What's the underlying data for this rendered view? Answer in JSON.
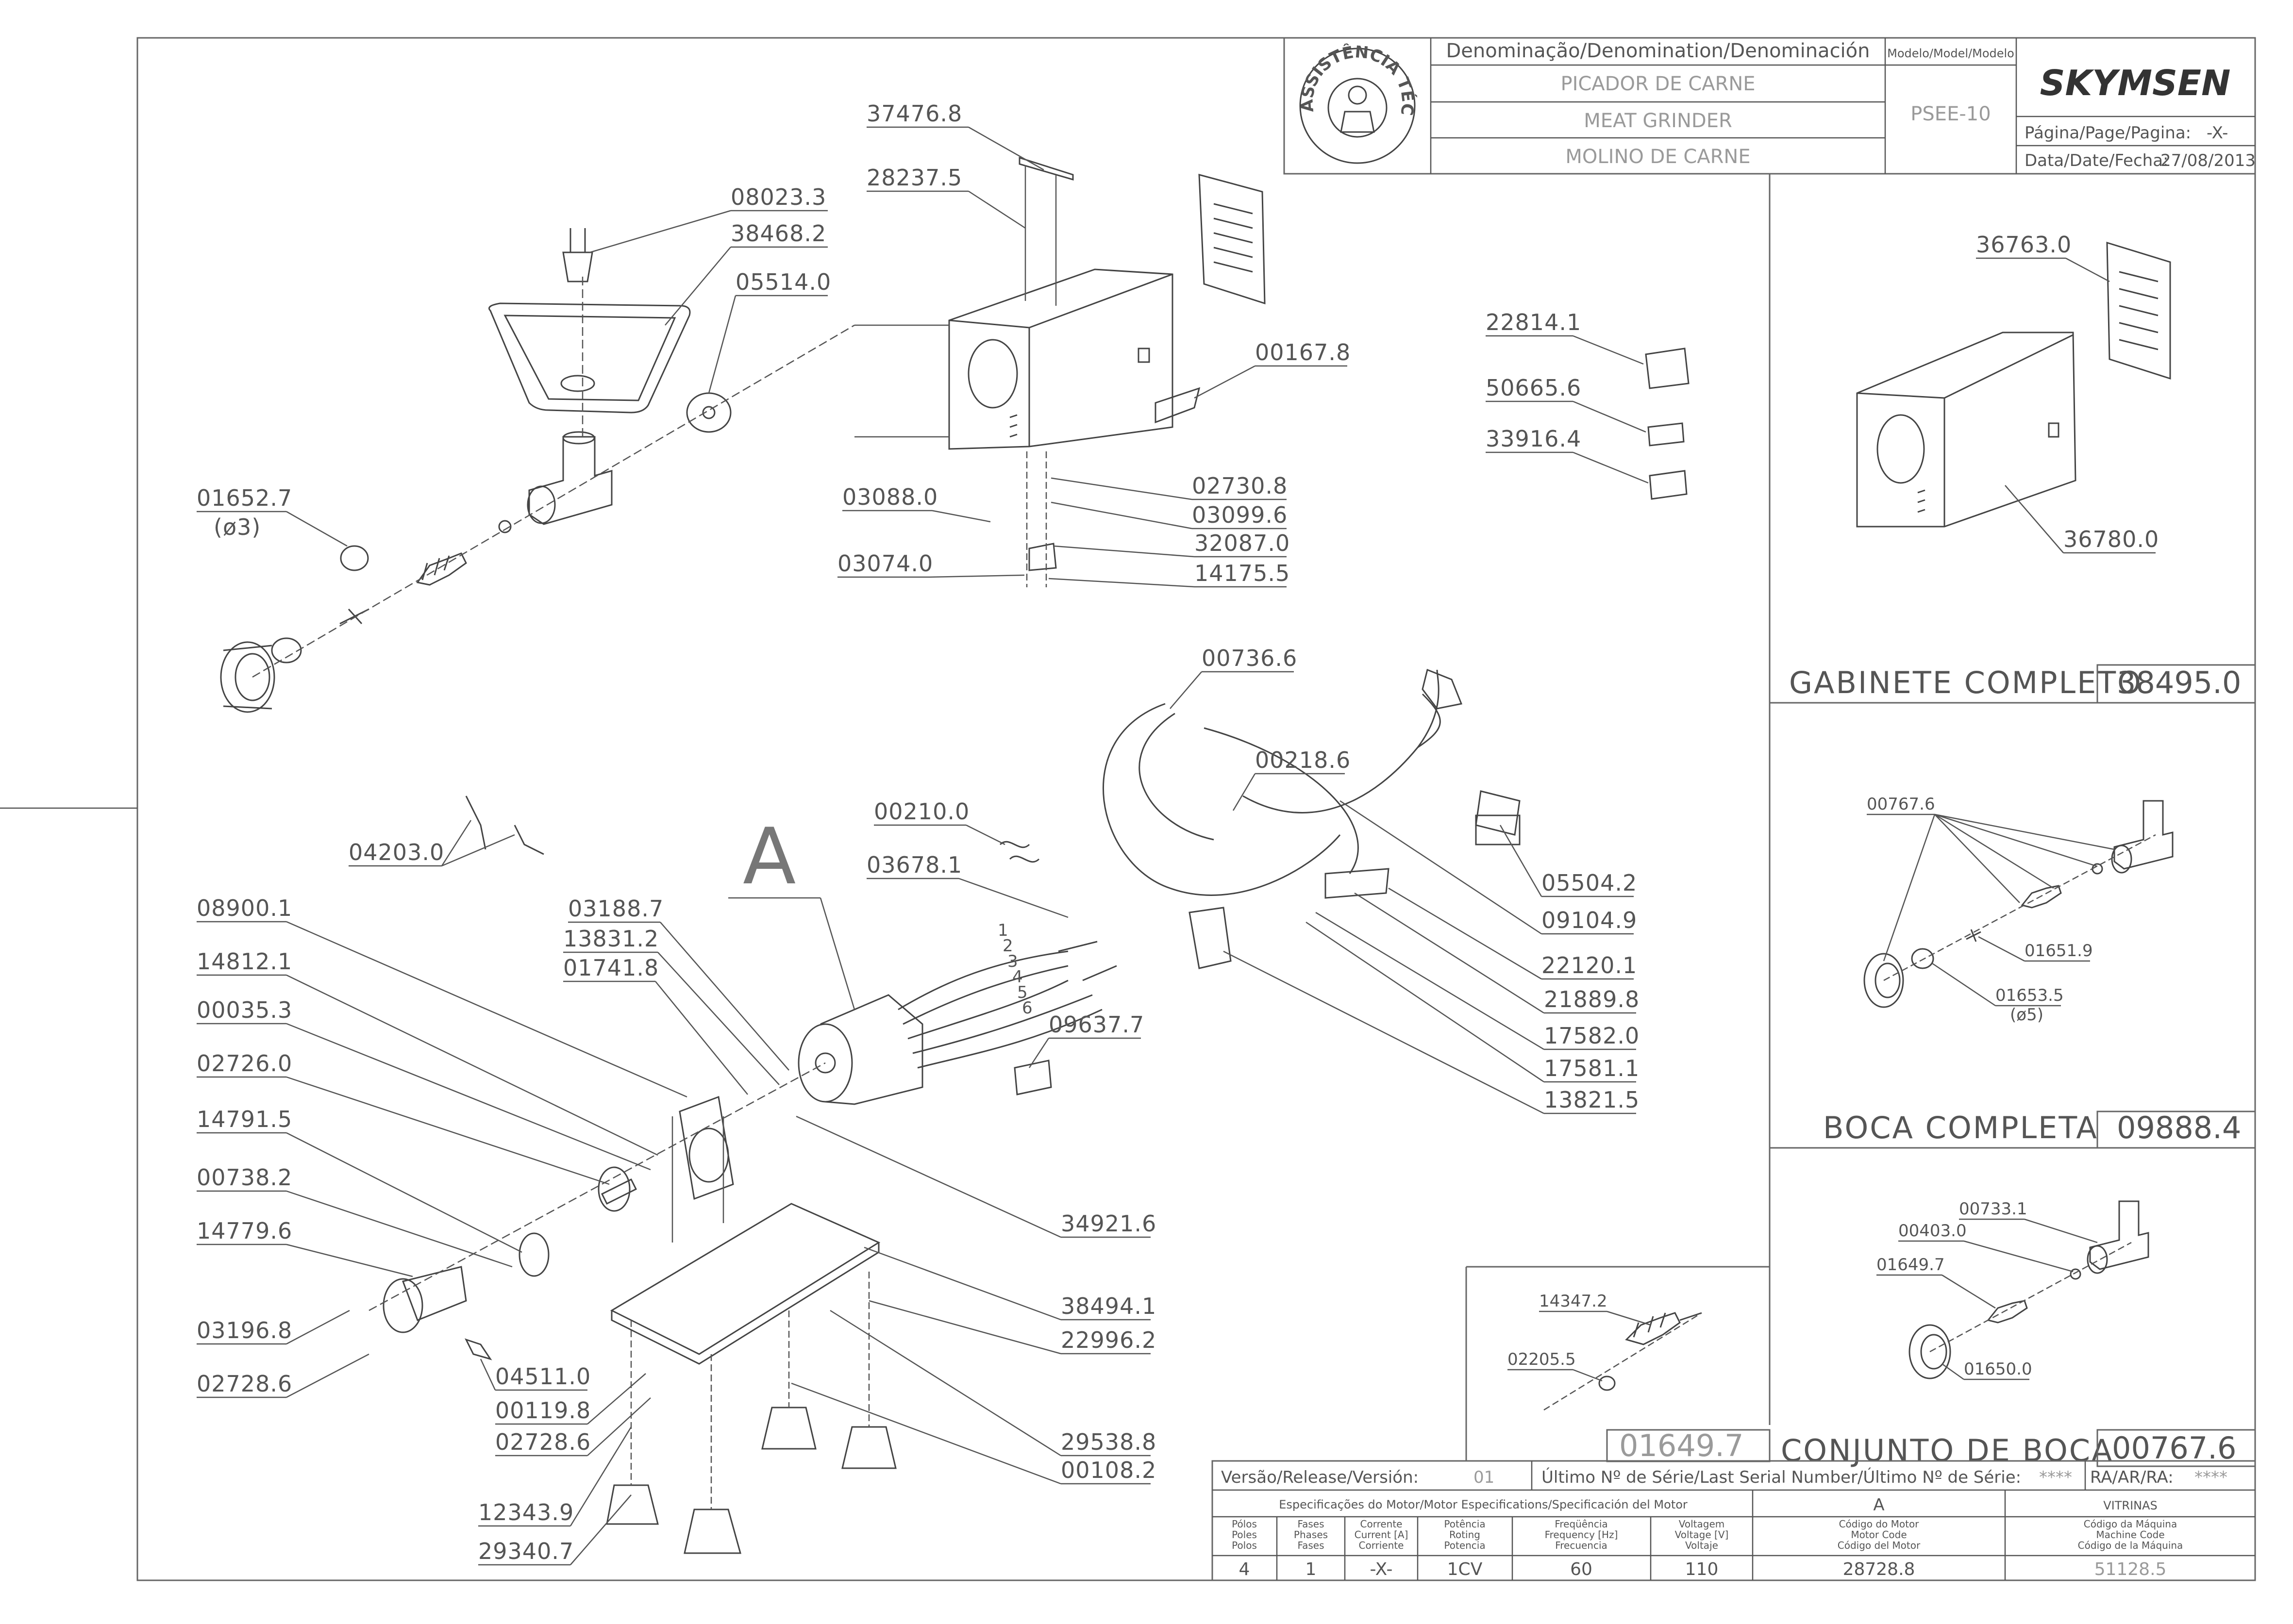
{
  "colors": {
    "ink": "#555555",
    "paper": "#ffffff",
    "muted": "#9a9a9a"
  },
  "header": {
    "denomination_label": "Denominação/Denomination/Denominación",
    "model_label": "Modelo/Model/Modelo",
    "name_pt": "PICADOR DE CARNE",
    "name_en": "MEAT GRINDER",
    "name_es": "MOLINO DE CARNE",
    "model": "PSEE-10",
    "brand": "SKYMSEN",
    "page_label": "Página/Page/Pagina:",
    "page_value": "-X-",
    "date_label": "Data/Date/Fecha:",
    "date_value": "27/08/2013",
    "seal_text": "ASSISTÊNCIA TÉCNICA AUTORIZADA"
  },
  "main_labels": {
    "p37476": "37476.8",
    "p28237": "28237.5",
    "p08023": "08023.3",
    "p38468": "38468.2",
    "p05514": "05514.0",
    "p01652": "01652.7",
    "p01652_note": "(ø3)",
    "p00167": "00167.8",
    "p03088": "03088.0",
    "p03074": "03074.0",
    "p02730": "02730.8",
    "p03099": "03099.6",
    "p32087": "32087.0",
    "p14175": "14175.5",
    "p22814": "22814.1",
    "p50665": "50665.6",
    "p33916": "33916.4",
    "p00736": "00736.6",
    "p00218": "00218.6",
    "p00210": "00210.0",
    "p03678": "03678.1",
    "p04203": "04203.0",
    "letter_a": "A",
    "p03188": "03188.7",
    "p13831": "13831.2",
    "p01741": "01741.8",
    "p08900": "08900.1",
    "p14812": "14812.1",
    "p00035": "00035.3",
    "p02726": "02726.0",
    "p14791": "14791.5",
    "p00738": "00738.2",
    "p14779": "14779.6",
    "p03196": "03196.8",
    "p02728a": "02728.6",
    "p04511": "04511.0",
    "p00119": "00119.8",
    "p02728b": "02728.6",
    "p12343": "12343.9",
    "p29340": "29340.7",
    "p09637": "09637.7",
    "p34921": "34921.6",
    "p38494": "38494.1",
    "p22996": "22996.2",
    "p29538": "29538.8",
    "p00108": "00108.2",
    "p05504": "05504.2",
    "p09104": "09104.9",
    "p22120": "22120.1",
    "p21889": "21889.8",
    "p17582": "17582.0",
    "p17581": "17581.1",
    "p13821": "13821.5",
    "wire_nums": [
      "1",
      "2",
      "3",
      "4",
      "5",
      "6"
    ]
  },
  "gabinete": {
    "p36763": "36763.0",
    "p36780": "36780.0",
    "title": "GABINETE COMPLETO",
    "code": "38495.0"
  },
  "boca": {
    "p00767": "00767.6",
    "p01651": "01651.9",
    "p01653": "01653.5",
    "p01653_note": "(ø5)",
    "title": "BOCA COMPLETA",
    "code": "09888.4"
  },
  "conjunto": {
    "p00733": "00733.1",
    "p00403": "00403.0",
    "p01649": "01649.7",
    "p01650": "01650.0",
    "title": "CONJUNTO DE BOCA",
    "code": "00767.6"
  },
  "rosca": {
    "p14347": "14347.2",
    "p02205": "02205.5",
    "code": "01649.7"
  },
  "footer": {
    "version_label": "Versão/Release/Versión:",
    "version_value": "01",
    "serial_label": "Último Nº de Série/Last Serial Number/Último Nº de Série:",
    "serial_value": "****",
    "ra_label": "RA/AR/RA:",
    "ra_value": "****",
    "spec_title": "Especificações do Motor/Motor Especifications/Specificación del Motor",
    "revision": "A",
    "vitrinas": "VITRINAS",
    "columns": [
      {
        "label": "Pólos\nPoles\nPolos",
        "value": "4"
      },
      {
        "label": "Fases\nPhases\nFases",
        "value": "1"
      },
      {
        "label": "Corrente\nCurrent [A]\nCorriente",
        "value": "-X-"
      },
      {
        "label": "Potência\nRoting\nPotencia",
        "value": "1CV"
      },
      {
        "label": "Freqüência\nFrequency [Hz]\nFrecuencia",
        "value": "60"
      },
      {
        "label": "Voltagem\nVoltage [V]\nVoltaje",
        "value": "110"
      },
      {
        "label": "Código do Motor\nMotor Code\nCódigo del Motor",
        "value": "28728.8"
      },
      {
        "label": "Código da Máquina\nMachine Code\nCódigo de la Máquina",
        "value": "51128.5"
      }
    ]
  }
}
